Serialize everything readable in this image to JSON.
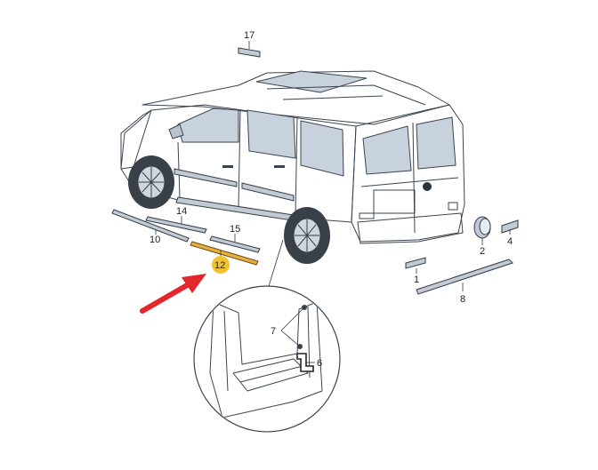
{
  "colors": {
    "highlight_badge": "#f2c230",
    "highlight_part": "#e8b040",
    "arrow": "#e3262c",
    "body": "#d9e0e8"
  },
  "callouts": {
    "c1": "1",
    "c2": "2",
    "c4": "4",
    "c6": "6",
    "c7": "7",
    "c8": "8",
    "c10": "10",
    "c12": "12",
    "c14": "14",
    "c15": "15",
    "c17": "17"
  }
}
